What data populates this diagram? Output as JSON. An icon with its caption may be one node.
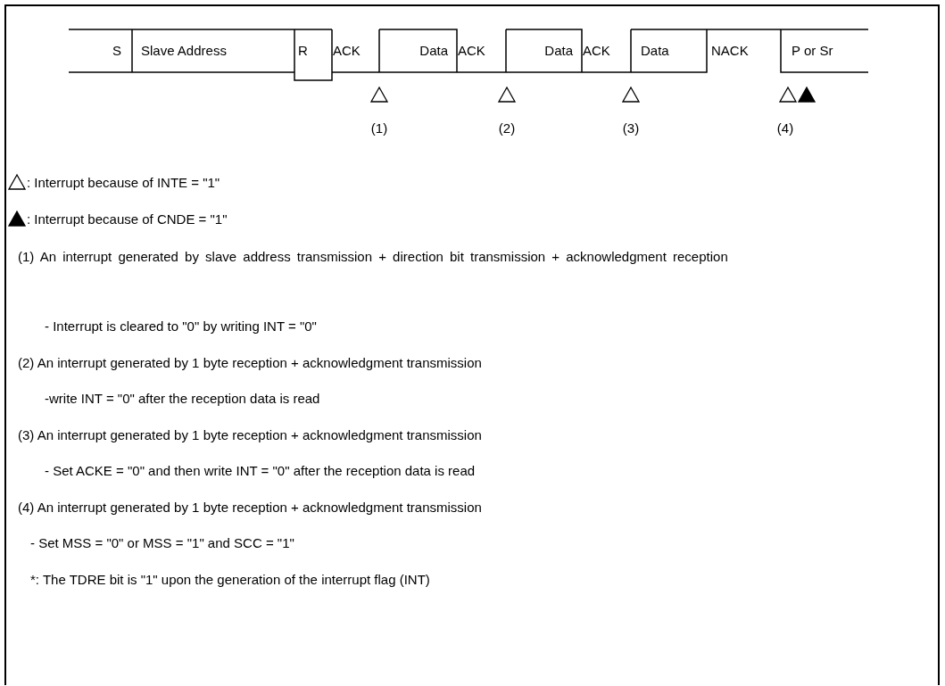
{
  "diagram": {
    "labels": [
      "S",
      "Slave Address",
      "R",
      "ACK",
      "Data",
      "ACK",
      "Data",
      "ACK",
      "Data",
      "NACK",
      "P or Sr",
      "(1)",
      "(2)",
      "(3)",
      "(4)",
      "(1) An interrupt generated by slave address transmission + direction bit transmission + acknowledgment reception",
      "- Interrupt is cleared to \"0\" by writing INT = \"0\"",
      "(2) An interrupt generated by 1 byte reception + acknowledgment transmission",
      "-write INT = \"0\" after the reception data is read",
      "(3) An interrupt generated by 1 byte reception + acknowledgment transmission",
      "- Set ACKE = \"0\" and then write INT = \"0\" after the reception data is read",
      "(4) An interrupt generated by 1 byte reception + acknowledgment transmission",
      "- Set MSS = \"0\" or MSS = \"1\" and SCC = \"1\"",
      "*: The TDRE bit is \"1\" upon the generation of the interrupt flag (INT)"
    ],
    "legend": [
      {
        "text": ": Interrupt because of INTE = \"1\""
      },
      {
        "text": ": Interrupt because of CNDE = \"1\""
      }
    ]
  }
}
